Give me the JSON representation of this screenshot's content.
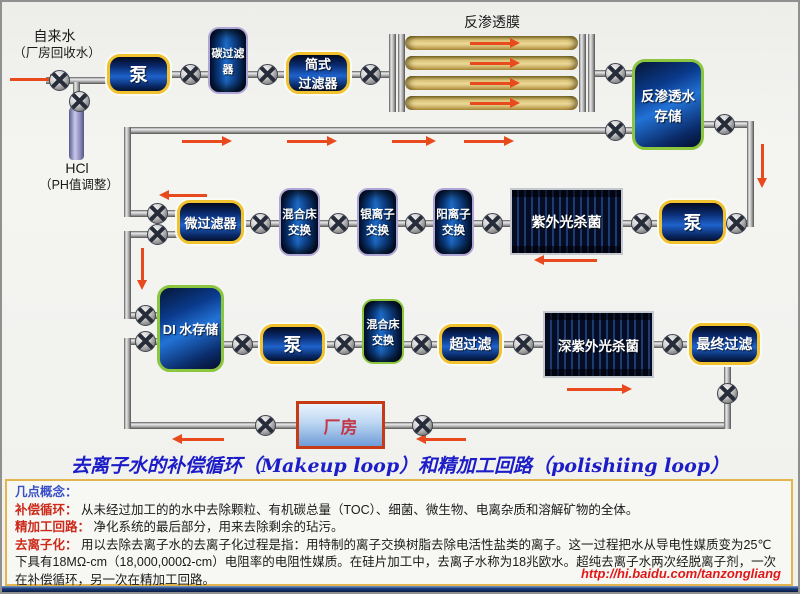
{
  "colors": {
    "arrow_red": "#e8491d",
    "title_blue": "#1c1cc8",
    "box_border_yellow": "#f2c12e",
    "cylinder_border_lavender": "#b0a6d6",
    "tank_border_green": "#8cc63e",
    "factory_border_red": "#c63a16",
    "notes_border_gold": "#e3b54e",
    "url_red": "#e01818",
    "pipe_gray": "#c2c2c2",
    "membrane_tan": "#d8c276"
  },
  "labels": {
    "source_line1": "自来水",
    "source_line2": "（厂房回收水）",
    "hcl_line1": "HCl",
    "hcl_line2": "（PH值调整）",
    "ro_membrane": "反渗透膜"
  },
  "row1": {
    "pump": "泵",
    "carbon_filter": "碳过滤器",
    "simple_filter_line1": "简式",
    "simple_filter_line2": "过滤器",
    "ro_storage_line1": "反渗透水",
    "ro_storage_line2": "存储"
  },
  "row2": {
    "micro_filter": "微过滤器",
    "mixed_bed_line1": "混合床",
    "mixed_bed_line2": "交换",
    "silver_line1": "银离子",
    "silver_line2": "交换",
    "cation_line1": "阳离子",
    "cation_line2": "交换",
    "uv": "紫外光杀菌",
    "pump": "泵"
  },
  "row3": {
    "di_storage": "DI 水存储",
    "pump": "泵",
    "mixed_bed_line1": "混合床",
    "mixed_bed_line2": "交换",
    "ultra_filter": "超过滤",
    "deep_uv": "深紫外光杀菌",
    "final_filter": "最终过滤"
  },
  "factory": "厂房",
  "title": "去离子水的补偿循环（Makeup loop）和精加工回路（polishiing loop）",
  "notes": {
    "heading": "几点概念：",
    "items": [
      {
        "term": "补偿循环：",
        "text": "从未经过加工的的水中去除颗粒、有机碳总量（TOC）、细菌、微生物、电离杂质和溶解矿物的全体。"
      },
      {
        "term": "精加工回路：",
        "text": "净化系统的最后部分，用来去除剩余的玷污。"
      },
      {
        "term": "去离子化：",
        "text": "用以去除去离子水的去离子化过程是指：用特制的离子交换树脂去除电活性盐类的离子。这一过程把水从导电性媒质变为25℃下具有18MΩ-cm（18,000,000Ω-cm）电阻率的电阻性媒质。在硅片加工中，去离子水称为18兆欧水。超纯去离子水两次经脱离子剂，一次在补偿循环，另一次在精加工回路。"
      }
    ],
    "url": "http://hi.baidu.com/tanzongliang"
  }
}
